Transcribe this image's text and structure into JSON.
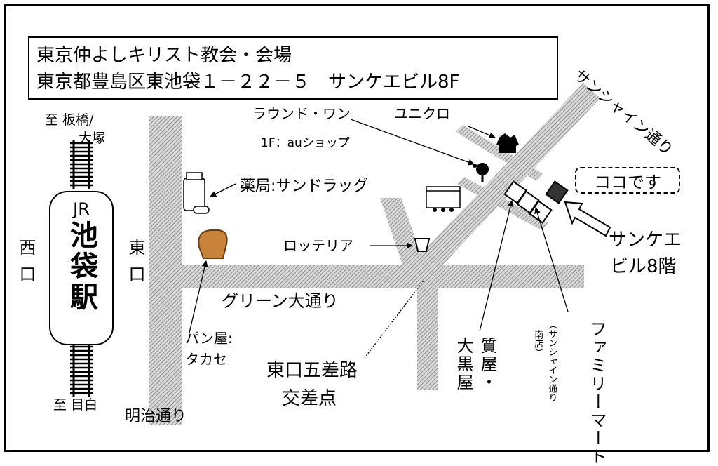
{
  "title": {
    "line1": "東京仲よしキリスト教会・会場",
    "line2": "東京都豊島区東池袋１－２２－５　サンケエビル8F"
  },
  "station": {
    "jr": "JR",
    "name": "池袋駅"
  },
  "directions": {
    "north_line1": "至 板橋/",
    "north_line2": "大塚",
    "south": "至 目白"
  },
  "exits": {
    "west": "西口",
    "east": "東口"
  },
  "streets": {
    "sunshine": "サンシャイン通り",
    "green": "グリーン大通り",
    "meiji": "明治通り"
  },
  "landmarks": {
    "round1": "ラウンド・ワン",
    "au": "1F：auショップ",
    "uniqlo": "ユニクロ",
    "pharmacy": "薬局:サンドラッグ",
    "lotteria": "ロッテリア",
    "bakery_line1": "パン屋:",
    "bakery_line2": "タカセ",
    "intersection_line1": "東口五差路",
    "intersection_line2": "交差点",
    "pawn_col1": "質屋・",
    "pawn_col2": "大黒屋",
    "famima": "ファミリーマート",
    "famima_branch_col1": "（サンシャイン通り",
    "famima_branch_col2": "南店）",
    "building_line1": "サンケエ",
    "building_line2": "ビル8階",
    "here": "ココです"
  },
  "icons": [
    "shirt-icon",
    "ping-pong-icon",
    "theater-icon",
    "medicine-icon",
    "bread-icon",
    "cup-icon",
    "building-icon",
    "target-building-icon",
    "railway-icon"
  ],
  "colors": {
    "road_hatch": "#9a9a9a",
    "bread": "#c8823a"
  }
}
